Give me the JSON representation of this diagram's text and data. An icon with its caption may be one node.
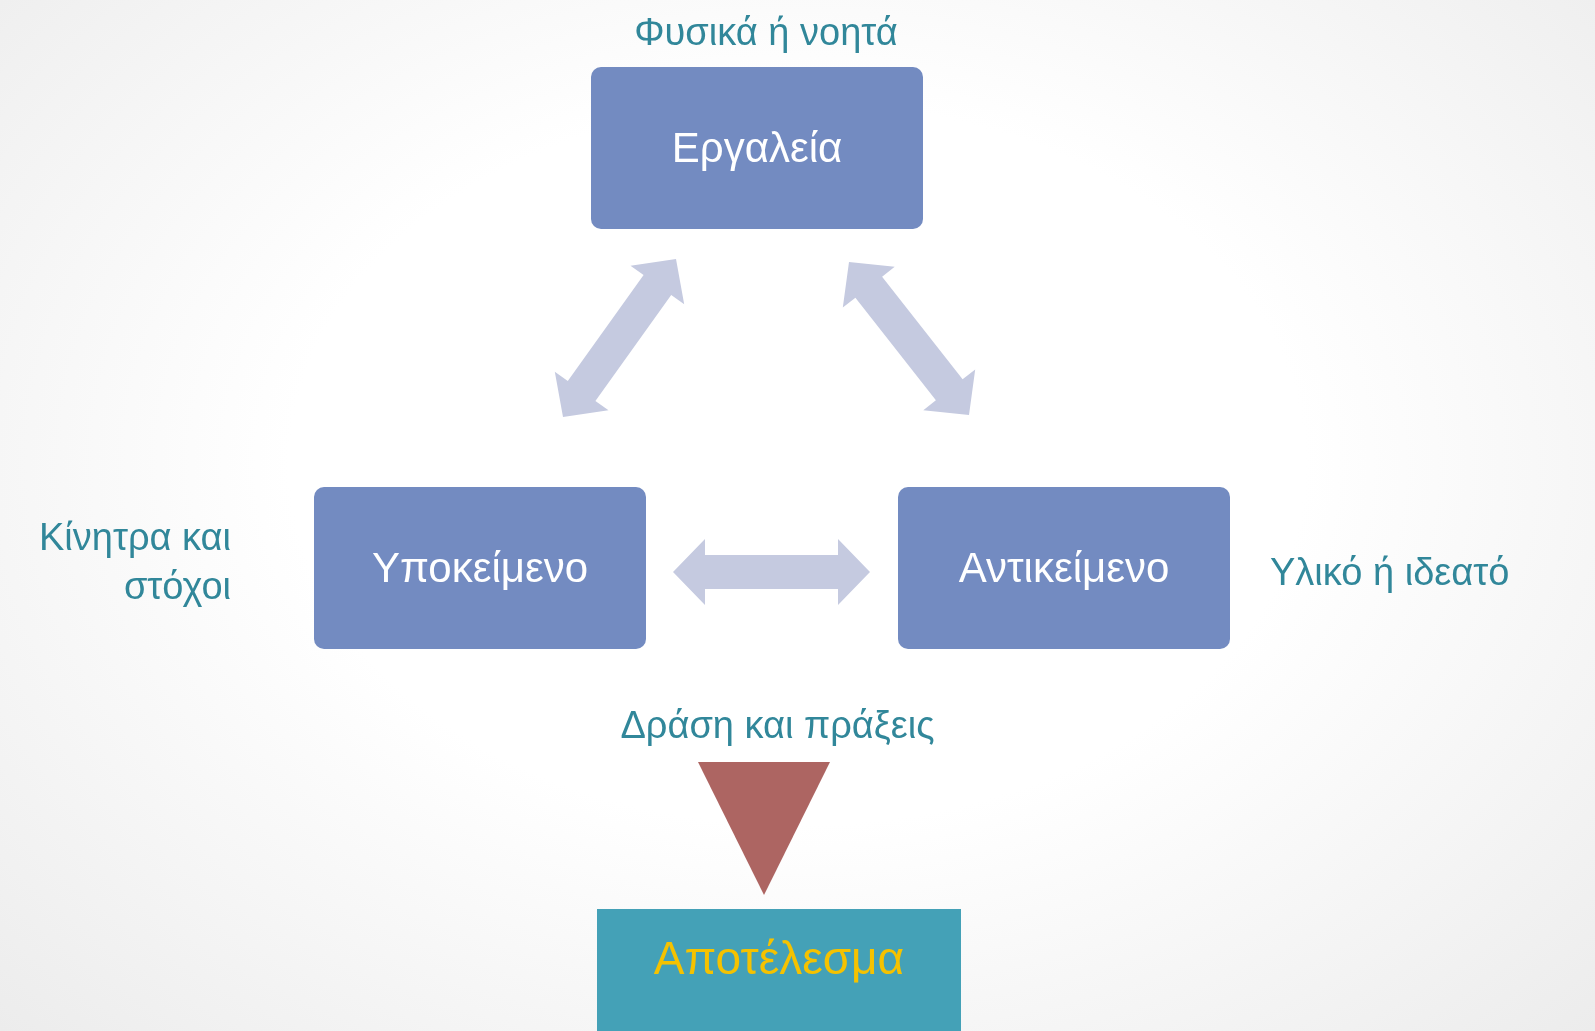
{
  "diagram": {
    "nodes": [
      {
        "text": [
          "Εργαλεία"
        ],
        "beside": [
          "Φυσικά ή νοητά"
        ]
      },
      {
        "text": [
          "Υποκείμενο"
        ],
        "beside": [
          "Κίνητρα και στόχοι"
        ]
      },
      {
        "text": [
          "Αντικείμενο"
        ],
        "beside": [
          "Υλικό ή ιδεατό"
        ]
      },
      {
        "text": [
          "Δράση και πράξεις"
        ]
      },
      {
        "text": [
          "Αποτέλεσμα"
        ]
      }
    ],
    "edges": [
      {
        "from": 0,
        "to": 1,
        "arrow": "both",
        "style": "thick"
      },
      {
        "from": 0,
        "to": 2,
        "arrow": "both",
        "style": "thick"
      },
      {
        "from": 1,
        "to": 2,
        "arrow": "both",
        "style": "thick"
      },
      {
        "from": 3,
        "to": 4,
        "arrow": "to",
        "style": "thick",
        "color": "#ad6562"
      }
    ]
  }
}
